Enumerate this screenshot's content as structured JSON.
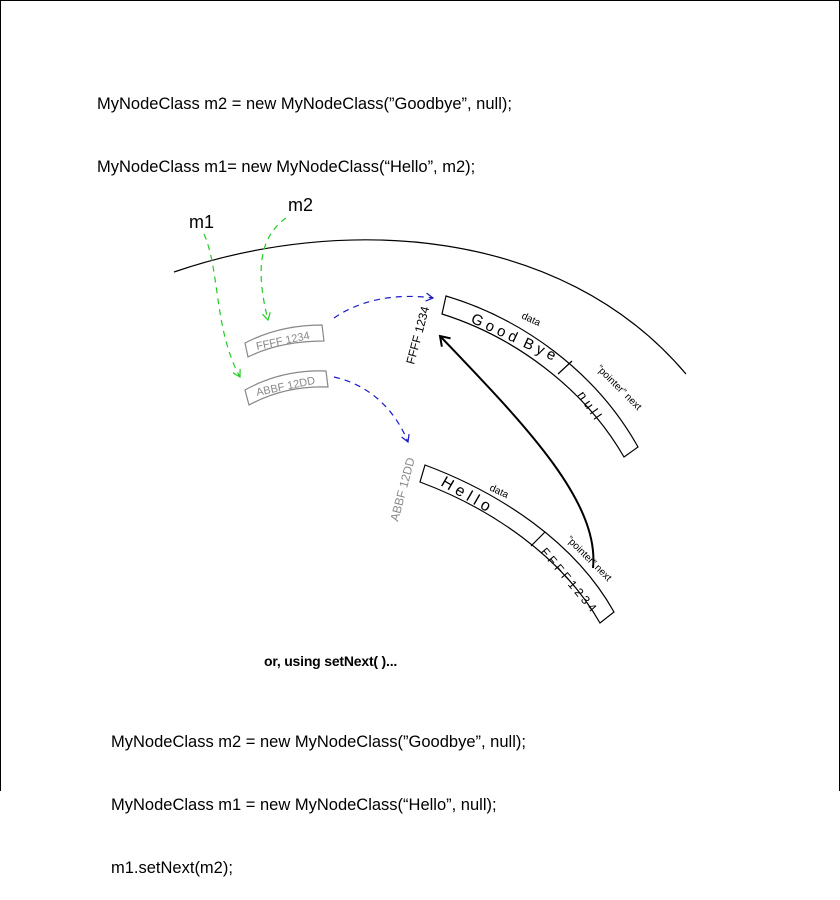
{
  "code_top": [
    "MyNodeClass m2 = new MyNodeClass(”Goodbye”, null);",
    "MyNodeClass m1= new MyNodeClass(“Hello”, m2);"
  ],
  "variables": {
    "m1": "m1",
    "m2": "m2"
  },
  "references": {
    "m2_ref": "FFFF 1234",
    "m1_ref": "ABBF 12DD"
  },
  "node_goodbye": {
    "address": "FFFF 1234",
    "data_label": "data",
    "data_value": "G o o d  B y e",
    "pointer_label": "”pointer” next",
    "pointer_value": "n u l l"
  },
  "node_hello": {
    "address": "ABBF 12DD",
    "data_label": "data",
    "data_value": "H e l l o",
    "pointer_label": "”pointer” next",
    "pointer_value": "F F F F 1 2 3 4"
  },
  "or_text": "or, using setNext( )...",
  "code_bottom": [
    "MyNodeClass m2 = new MyNodeClass(”Goodbye”, null);",
    "MyNodeClass m1 = new MyNodeClass(“Hello”, null);",
    "m1.setNext(m2);"
  ],
  "colors": {
    "stack_arrow": "#22cc22",
    "heap_arrow": "#1a1acc",
    "ref_box": "#888888"
  }
}
